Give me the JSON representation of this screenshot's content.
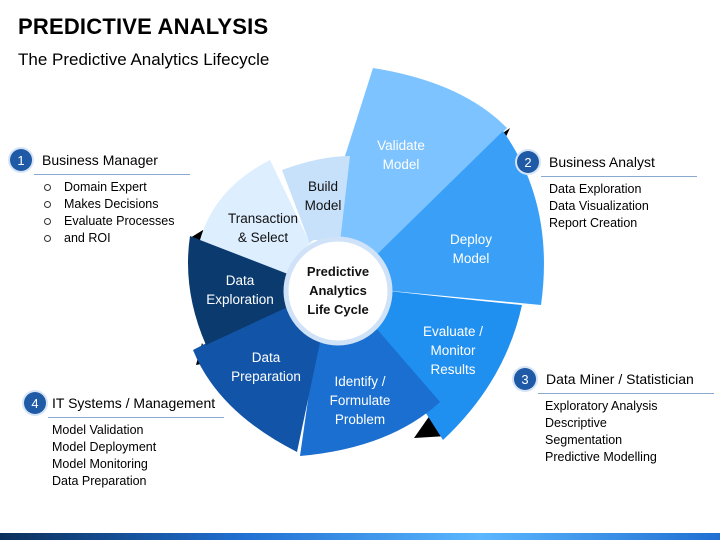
{
  "header": {
    "title": "PREDICTIVE ANALYSIS",
    "subtitle": "The Predictive Analytics Lifecycle"
  },
  "colors": {
    "validate": "#7cc3ff",
    "deploy": "#3aa0f7",
    "evaluate": "#1f8ff0",
    "identify": "#1a6fd0",
    "preparation": "#1255a8",
    "exploration": "#0a3a6e",
    "transaction": "#ddeeff",
    "build": "#c7e1fb",
    "badge": "#1f5aa6"
  },
  "cycle": {
    "hub": [
      "Predictive",
      "Analytics",
      "Life Cycle"
    ],
    "segments": {
      "validate": [
        "Validate",
        "Model"
      ],
      "deploy": [
        "Deploy",
        "Model"
      ],
      "evaluate": [
        "Evaluate /",
        "Monitor",
        "Results"
      ],
      "identify": [
        "Identify /",
        "Formulate",
        "Problem"
      ],
      "preparation": [
        "Data",
        "Preparation"
      ],
      "exploration": [
        "Data",
        "Exploration"
      ],
      "transaction": [
        "Transaction",
        "& Select"
      ],
      "build": [
        "Build",
        "Model"
      ]
    }
  },
  "roles": {
    "business_manager": {
      "number": "1",
      "title": "Business Manager",
      "items": [
        "Domain Expert",
        "Makes Decisions",
        "Evaluate Processes",
        "and ROI"
      ]
    },
    "business_analyst": {
      "number": "2",
      "title": "Business Analyst",
      "items": [
        "Data Exploration",
        "Data Visualization",
        "Report Creation"
      ]
    },
    "data_miner": {
      "number": "3",
      "title": "Data Miner / Statistician",
      "items": [
        "Exploratory Analysis",
        "Descriptive",
        "Segmentation",
        "Predictive Modelling"
      ]
    },
    "it_systems": {
      "number": "4",
      "title": "IT Systems / Management",
      "items": [
        "Model Validation",
        "Model Deployment",
        "Model Monitoring",
        "Data Preparation"
      ]
    }
  }
}
